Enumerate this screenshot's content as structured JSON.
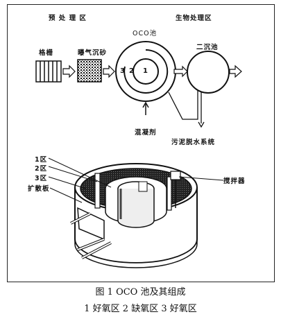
{
  "labels": {
    "pretreatment_zone": "预 处 理 区",
    "bio_zone": "生物处理区",
    "oco_pool": "OCO池",
    "secondary_clarifier": "二沉池",
    "grille": "格栅",
    "aerated_grit": "曝气沉砂",
    "coagulant": "混凝剂",
    "sludge_dewatering": "污泥脱水系统",
    "zone1": "1区",
    "zone2": "2区",
    "zone3": "3区",
    "diffuser": "扩散板",
    "mixer": "搅拌器",
    "ring1": "1",
    "ring2": "2",
    "ring3": "3"
  },
  "caption": {
    "title": "图 1   OCO 池及其组成",
    "legend": "1  好氧区    2  缺氧区    3  好氧区"
  }
}
